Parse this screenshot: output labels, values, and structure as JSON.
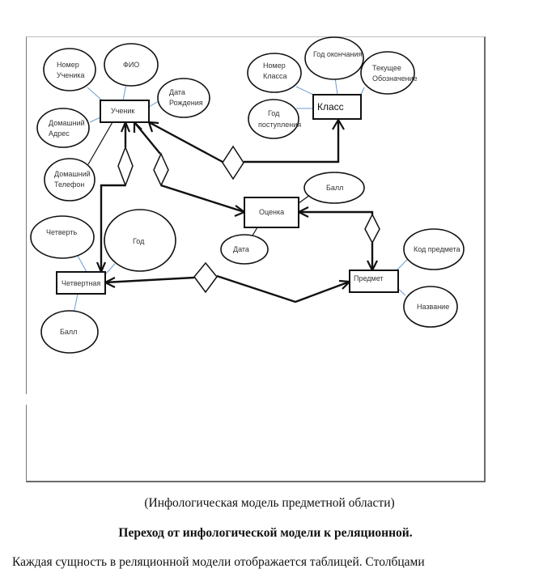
{
  "diagram": {
    "entities": {
      "uchenik": "Ученик",
      "klass": "Класс",
      "otsenka": "Оценка",
      "chetvertnaya": "Четвертная",
      "predmet": "Предмет"
    },
    "attributes": {
      "uchenik": [
        [
          "Номер",
          "Ученика"
        ],
        [
          "ФИО"
        ],
        [
          "Дата",
          "Рождения"
        ],
        [
          "Домашний",
          "Адрес"
        ],
        [
          "Домашний",
          "Телефон"
        ]
      ],
      "klass": [
        [
          "Номер",
          "Класса"
        ],
        [
          "Год окончания"
        ],
        [
          "Текущее",
          "Обозначение"
        ],
        [
          "Год",
          "поступления"
        ]
      ],
      "otsenka": [
        [
          "Балл"
        ],
        [
          "Дата"
        ]
      ],
      "chetvertnaya": [
        [
          "Четверть"
        ],
        [
          "Год"
        ],
        [
          "Балл"
        ]
      ],
      "predmet": [
        [
          "Код предмета"
        ],
        [
          "Название"
        ]
      ]
    },
    "relationships": [
      {
        "from": "Класс",
        "to": "Ученик"
      },
      {
        "from": "Ученик",
        "to": "Четвертная"
      },
      {
        "from": "Ученик",
        "to": "Оценка"
      },
      {
        "from": "Предмет",
        "to": "Оценка"
      },
      {
        "from": "Четвертная",
        "to": "Предмет"
      }
    ]
  },
  "document": {
    "caption": "(Инфологическая модель предметной области)",
    "heading": "Переход от инфологической модели к реляционной.",
    "body": "Каждая сущность в реляционной модели отображается таблицей. Столбцами"
  }
}
